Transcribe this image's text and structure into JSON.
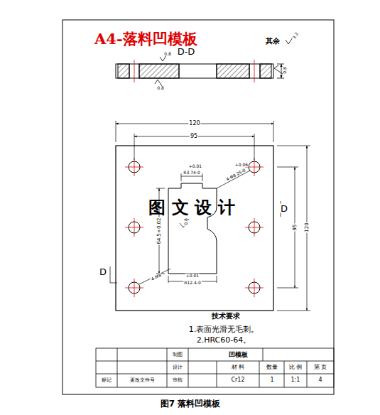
{
  "diagram": {
    "title": "A4-落料凹模板",
    "caption": "图7 落料凹模板",
    "labels": [
      "其余",
      "3.2",
      "D-D",
      "0.8",
      "0.8",
      "0.8",
      "120",
      "95",
      "+0.01",
      "R3.74-0",
      "+0.06",
      "4-Φ8.25-0",
      "图 文 设 计",
      "D",
      "64.5+0.02",
      "0.8",
      "95",
      "120",
      "+0.01",
      "R12.4-0",
      "4-M8",
      "D",
      "技术要求",
      "1.表面光滑无毛刺。",
      "2.HRC60-64。",
      "凹模板",
      "制图",
      "设计",
      "审核",
      "材 料",
      "数量",
      "比 例",
      "第 页",
      "Cr12",
      "1",
      "1:1",
      "4",
      "标记",
      "更改文件号"
    ]
  }
}
